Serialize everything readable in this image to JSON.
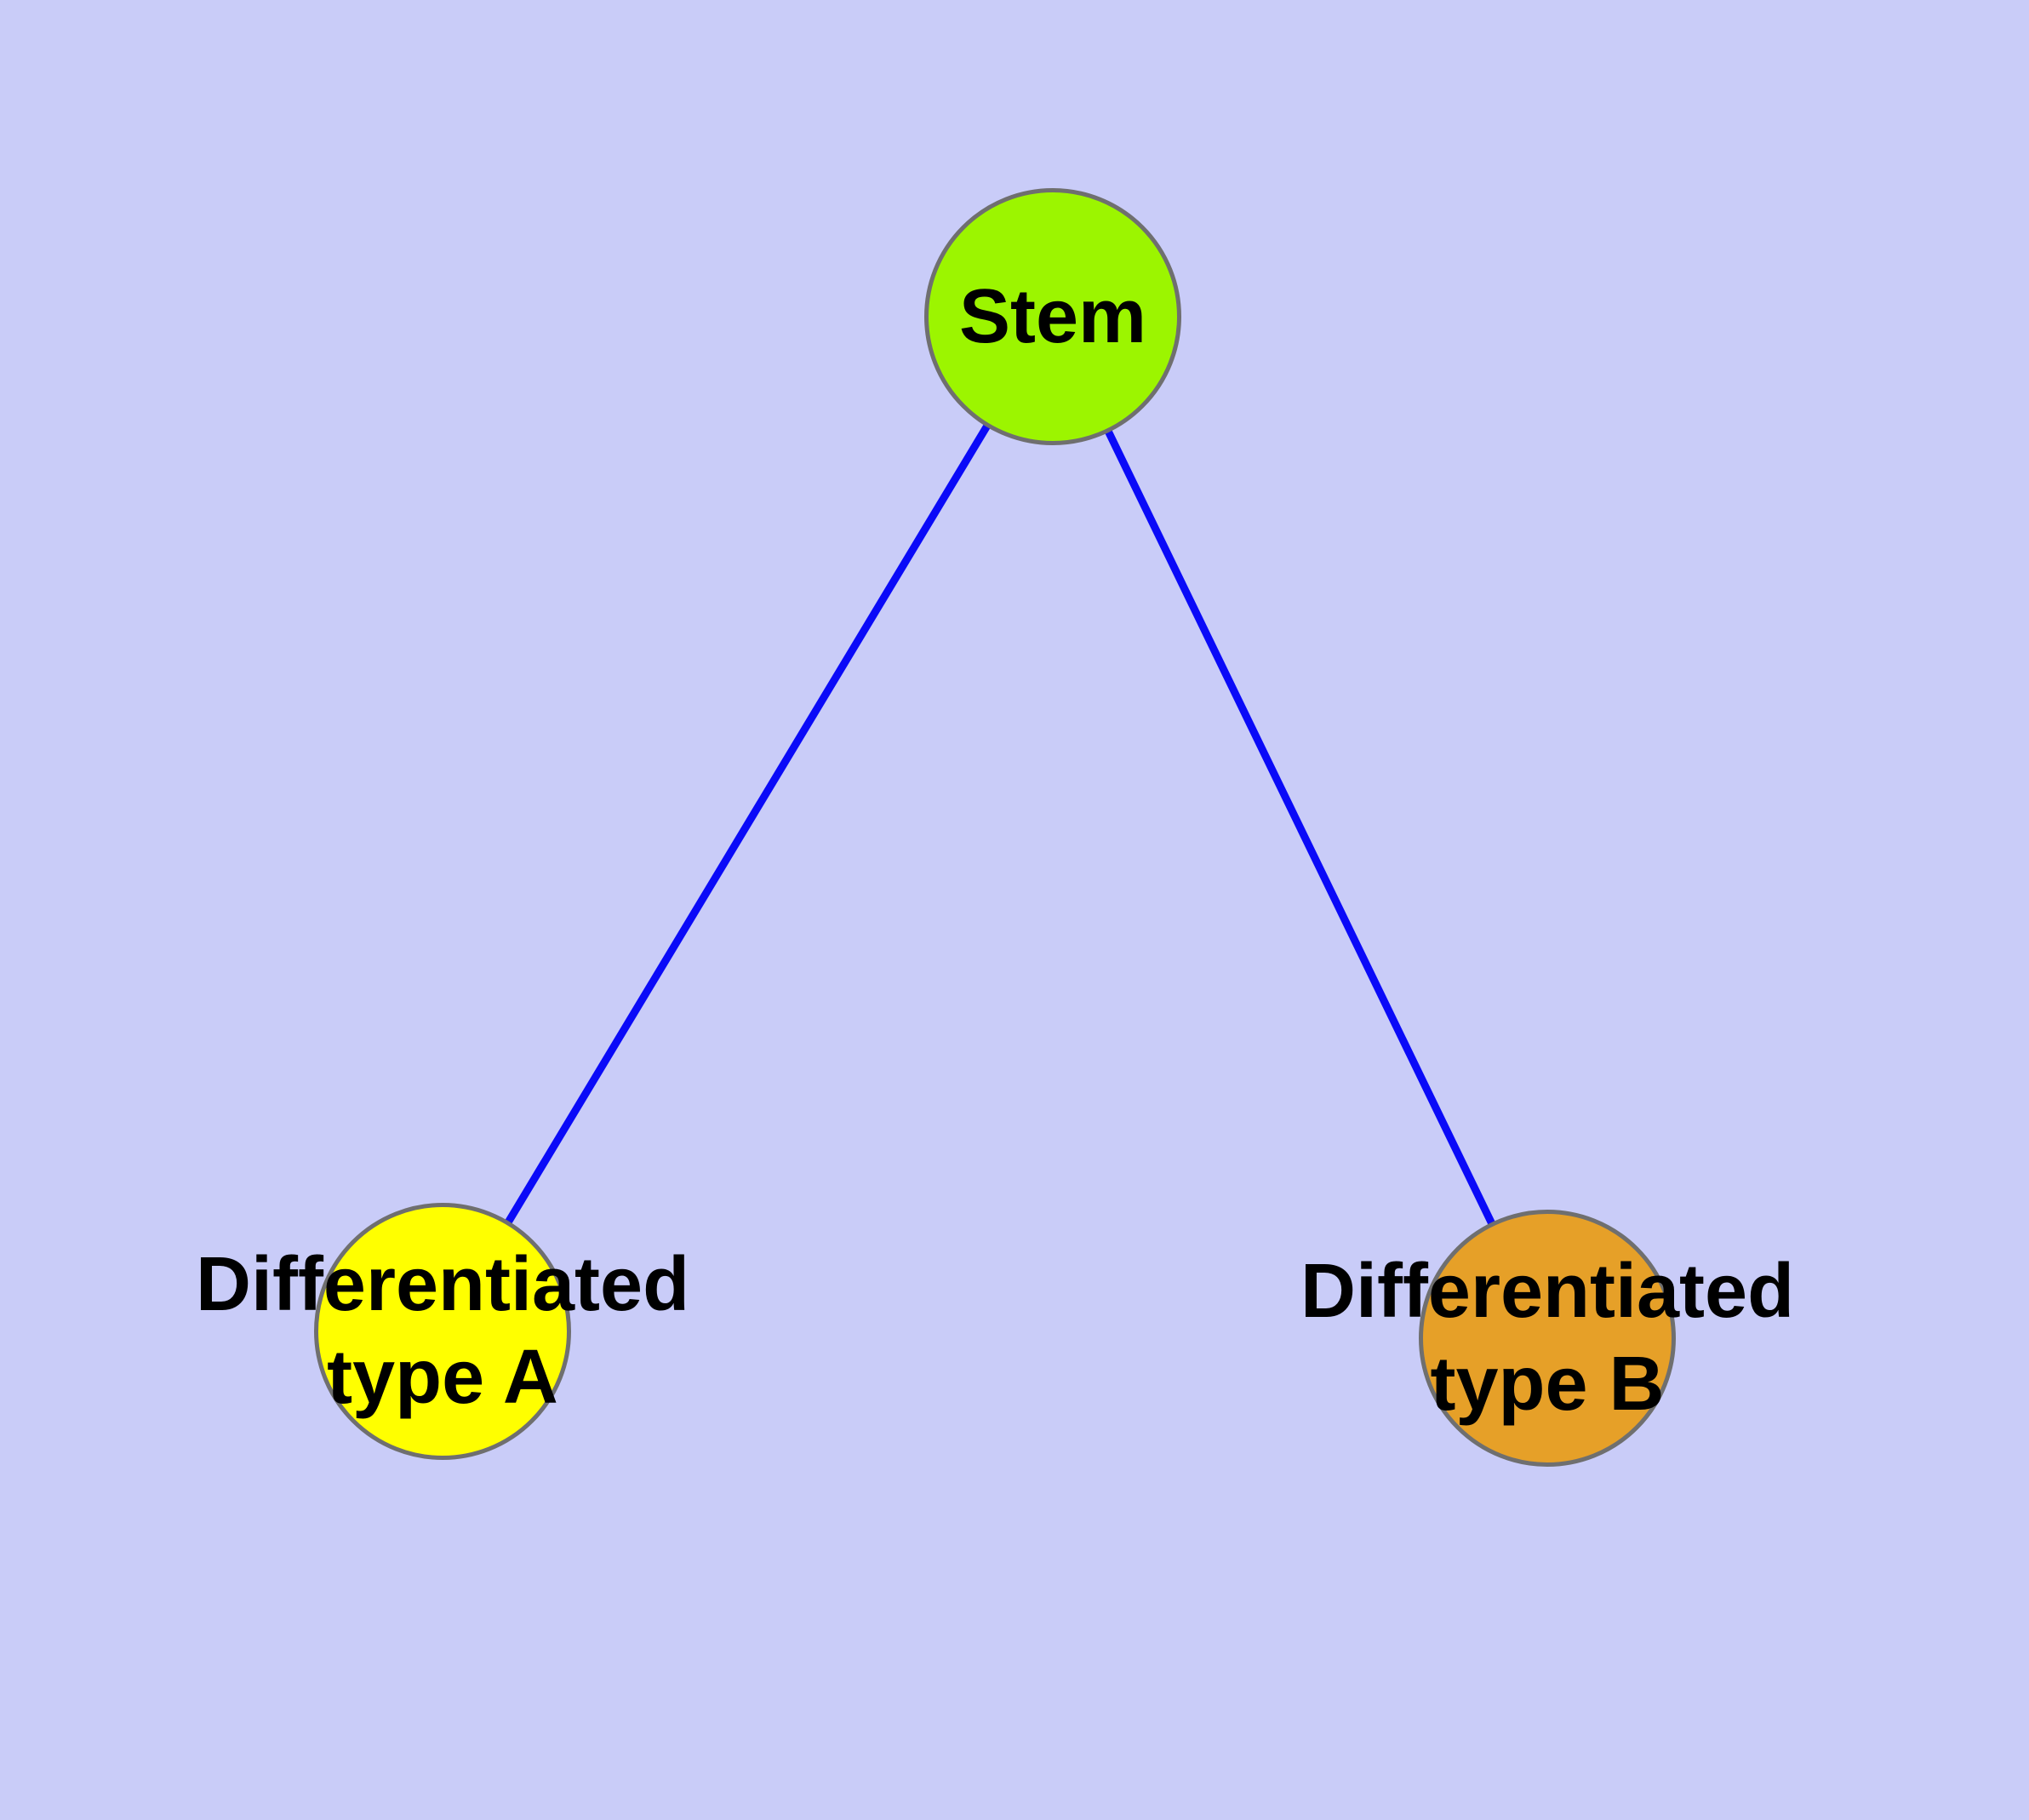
{
  "diagram": {
    "type": "node-link-graph",
    "background_color": "#c9ccf8",
    "edge_color": "#0a0af8",
    "node_border_color": "#6f6f6f",
    "text_color": "#000000",
    "nodes": [
      {
        "id": "stem",
        "label": "Stem",
        "label_lines": [
          "Stem",
          ""
        ],
        "color": "#9cf500"
      },
      {
        "id": "diff-a",
        "label": "Differentiated type A",
        "label_lines": [
          "Differentiated",
          "type A"
        ],
        "color": "#ffff00"
      },
      {
        "id": "diff-b",
        "label": "Differentiated type B",
        "label_lines": [
          "Differentiated",
          "type B"
        ],
        "color": "#e6a028"
      }
    ],
    "edges": [
      {
        "from": "stem",
        "to": "diff-a"
      },
      {
        "from": "stem",
        "to": "diff-b"
      }
    ]
  }
}
